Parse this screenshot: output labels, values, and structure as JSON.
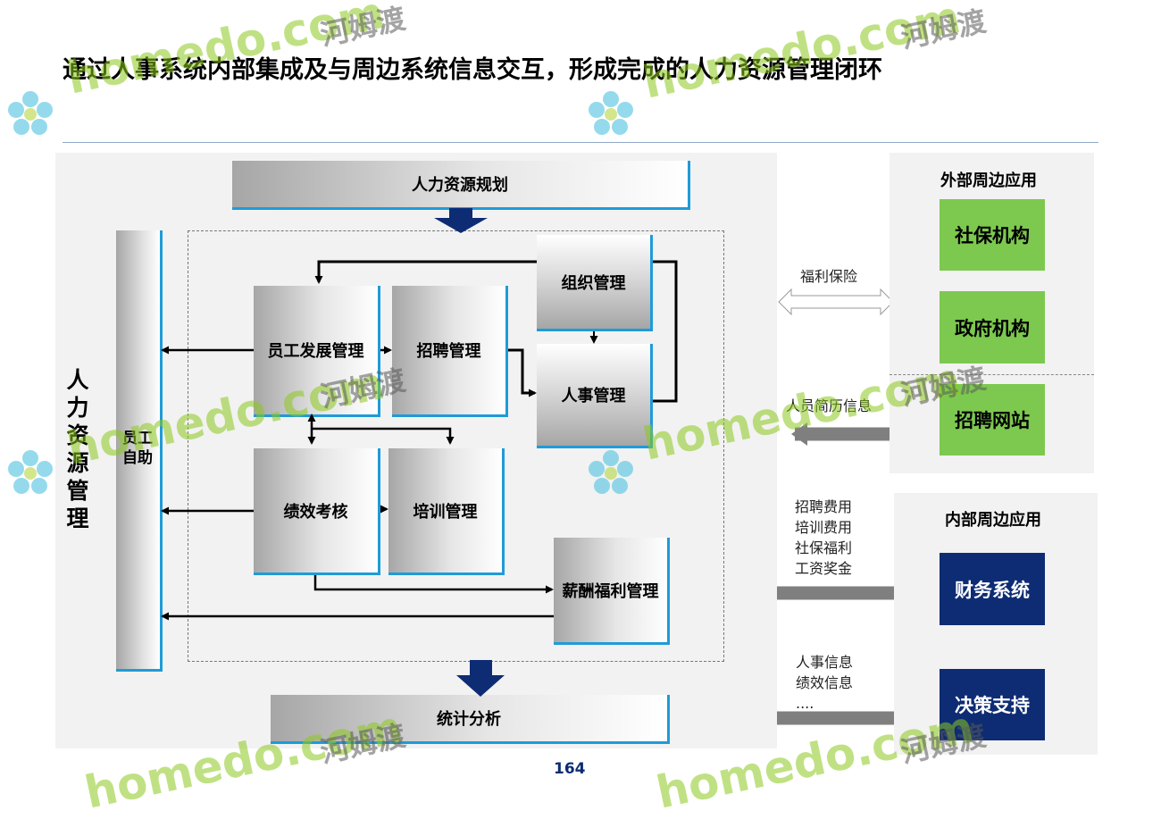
{
  "title": "通过人事系统内部集成及与周边系统信息交互，形成完成的人力资源管理闭环",
  "page_number": "164",
  "left_panel": {
    "side_label": [
      "人",
      "力",
      "资",
      "源",
      "管",
      "理"
    ],
    "self_service": [
      "员工",
      "自助"
    ],
    "planning": "人力资源规划",
    "org_mgmt": "组织管理",
    "personnel_mgmt": "人事管理",
    "employee_dev": "员工发展管理",
    "recruitment": "招聘管理",
    "performance": "绩效考核",
    "training": "培训管理",
    "compensation": "薪酬福利管理",
    "statistics": "统计分析"
  },
  "external": {
    "heading": "外部周边应用",
    "social_security": "社保机构",
    "government": "政府机构",
    "recruit_site": "招聘网站",
    "welfare_label": "福利保险",
    "resume_label": "人员简历信息"
  },
  "internal": {
    "heading": "内部周边应用",
    "finance": "财务系统",
    "decision": "决策支持",
    "finance_labels": [
      "招聘费用",
      "培训费用",
      "社保福利",
      "工资奖金"
    ],
    "decision_labels": [
      "人事信息",
      "绩效信息",
      "...."
    ]
  },
  "watermark": {
    "latin": "homedo.com",
    "chinese": "河姆渡"
  },
  "colors": {
    "accent_blue": "#1f9bd7",
    "navy": "#0d2c73",
    "green": "#7dc94f",
    "panel_gray": "#f2f2f2"
  }
}
